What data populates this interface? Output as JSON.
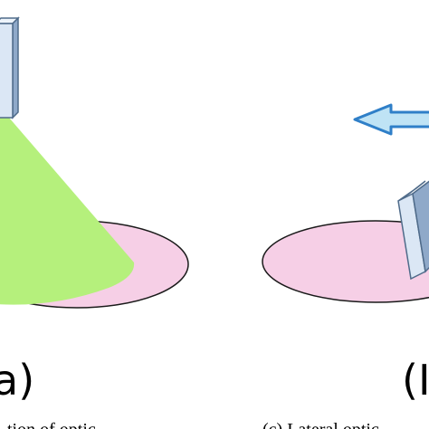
{
  "figure": {
    "panel_a": {
      "label": "a)"
    },
    "panel_b": {
      "label": "(I"
    },
    "captions": [
      {
        "text": "tion of optic"
      },
      {
        "text": "(c) Lateral optic"
      }
    ]
  },
  "colors": {
    "disk": "#f6cfe6",
    "disk_outline": "#1a1a1a",
    "cone": "#b5f07c",
    "sensor_face": "#dbe7f5",
    "sensor_side": "#8fa9c9",
    "sensor_outline": "#4f6b8a",
    "arrow_fill": "#bfe3f5",
    "arrow_outline": "#2f7fc8"
  }
}
